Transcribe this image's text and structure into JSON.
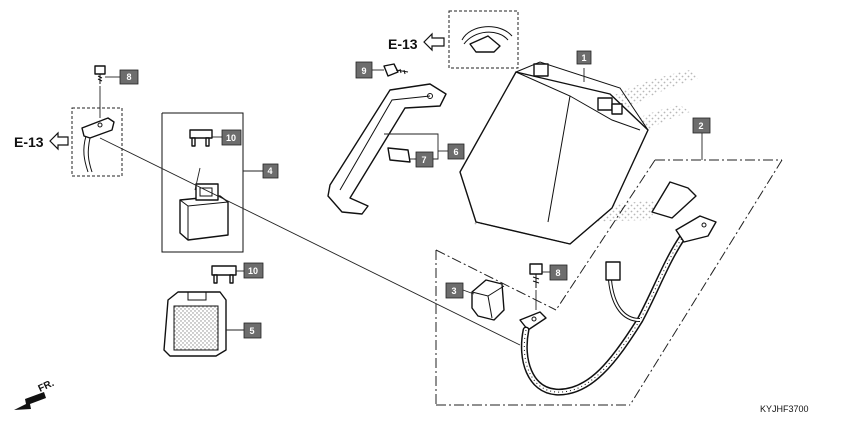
{
  "callouts": {
    "c1": "1",
    "c2": "2",
    "c3": "3",
    "c4": "4",
    "c5": "5",
    "c6": "6",
    "c7": "7",
    "c8a": "8",
    "c8b": "8",
    "c9": "9",
    "c10a": "10",
    "c10b": "10"
  },
  "refs": {
    "top": "E-13",
    "left": "E-13"
  },
  "direction_label": "FR.",
  "diagram_code": "KYJHF3700"
}
